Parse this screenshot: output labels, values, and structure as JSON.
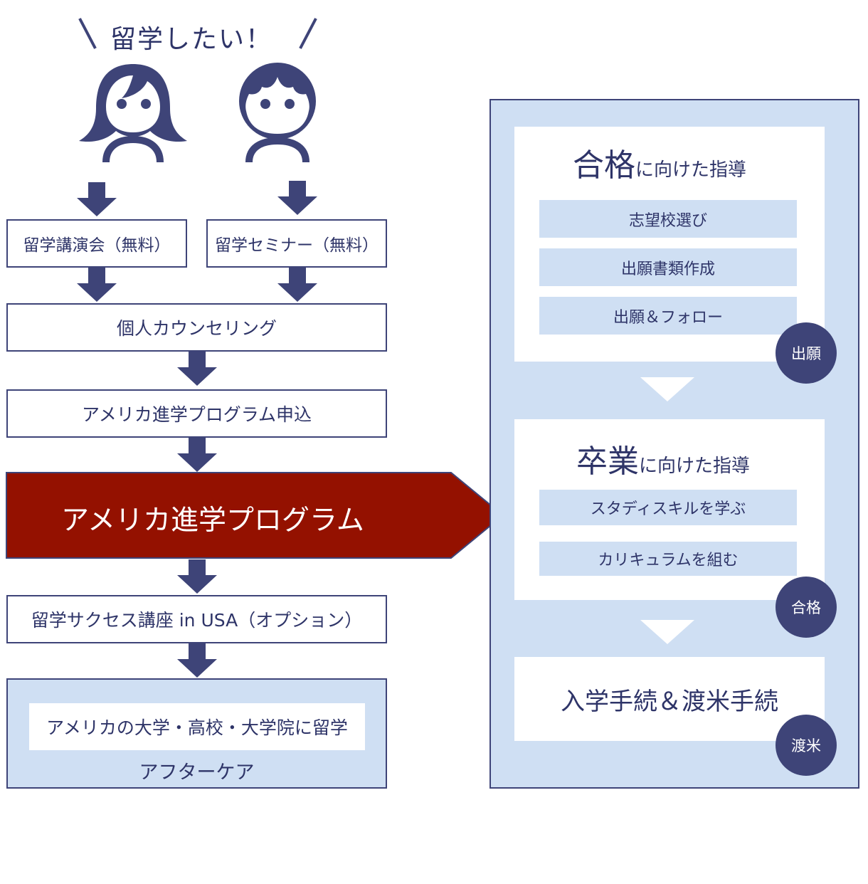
{
  "slogan": {
    "left_mark": "\\",
    "text": "留学したい！",
    "right_mark": "/"
  },
  "flow": {
    "lecture": "留学講演会（無料）",
    "seminar": "留学セミナー（無料）",
    "counseling": "個人カウンセリング",
    "application": "アメリカ進学プログラム申込",
    "program": "アメリカ進学プログラム",
    "success_course": "留学サクセス講座 in USA（オプション）",
    "destination": "アメリカの大学・高校・大学院に留学",
    "aftercare": "アフターケア"
  },
  "panel": {
    "section1": {
      "title_big": "合格",
      "title_small": "に向けた指導",
      "items": [
        "志望校選び",
        "出願書類作成",
        "出願＆フォロー"
      ],
      "badge": "出願"
    },
    "section2": {
      "title_big": "卒業",
      "title_small": "に向けた指導",
      "items": [
        "スタディスキルを学ぶ",
        "カリキュラムを組む"
      ],
      "badge": "合格"
    },
    "section3": {
      "title": "入学手続＆渡米手続",
      "badge": "渡米"
    }
  },
  "colors": {
    "navy": "#3e4478",
    "light_blue": "#cfdff3",
    "program_red": "#941100"
  },
  "icons": [
    "girl-icon",
    "boy-icon",
    "down-arrow-icon"
  ]
}
